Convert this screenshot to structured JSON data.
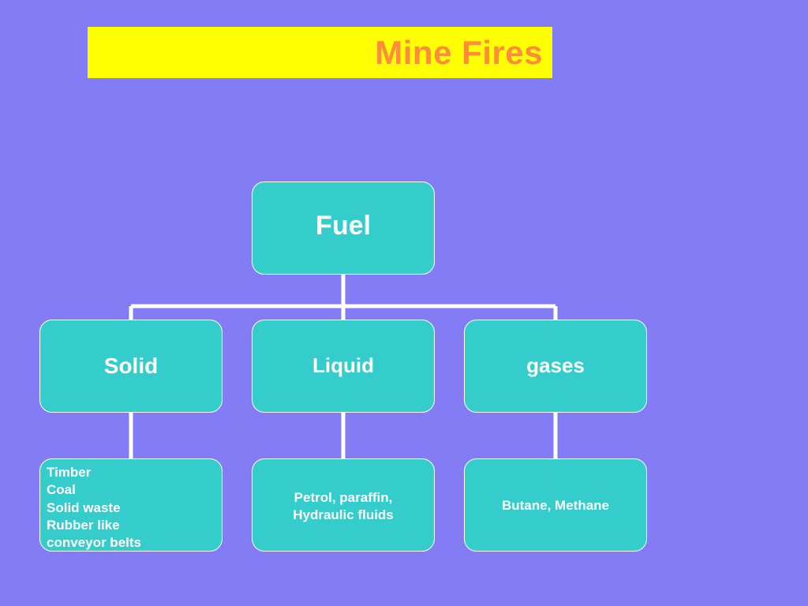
{
  "slide": {
    "title": "Mine Fires"
  },
  "diagram": {
    "root": {
      "label": "Fuel"
    },
    "categories": [
      {
        "label": "Solid",
        "items": [
          "Timber",
          "Coal",
          "Solid waste",
          "Rubber like",
          "conveyor belts"
        ]
      },
      {
        "label": "Liquid",
        "items": [
          "Petrol, paraffin,",
          "Hydraulic fluids"
        ]
      },
      {
        "label": "gases",
        "items": [
          "Butane, Methane"
        ]
      }
    ]
  },
  "colors": {
    "background": "#837cf4",
    "title_bar": "#ffff00",
    "title_text": "#ff8c3a",
    "node_fill": "#35cccc",
    "connector": "#ffffff"
  }
}
